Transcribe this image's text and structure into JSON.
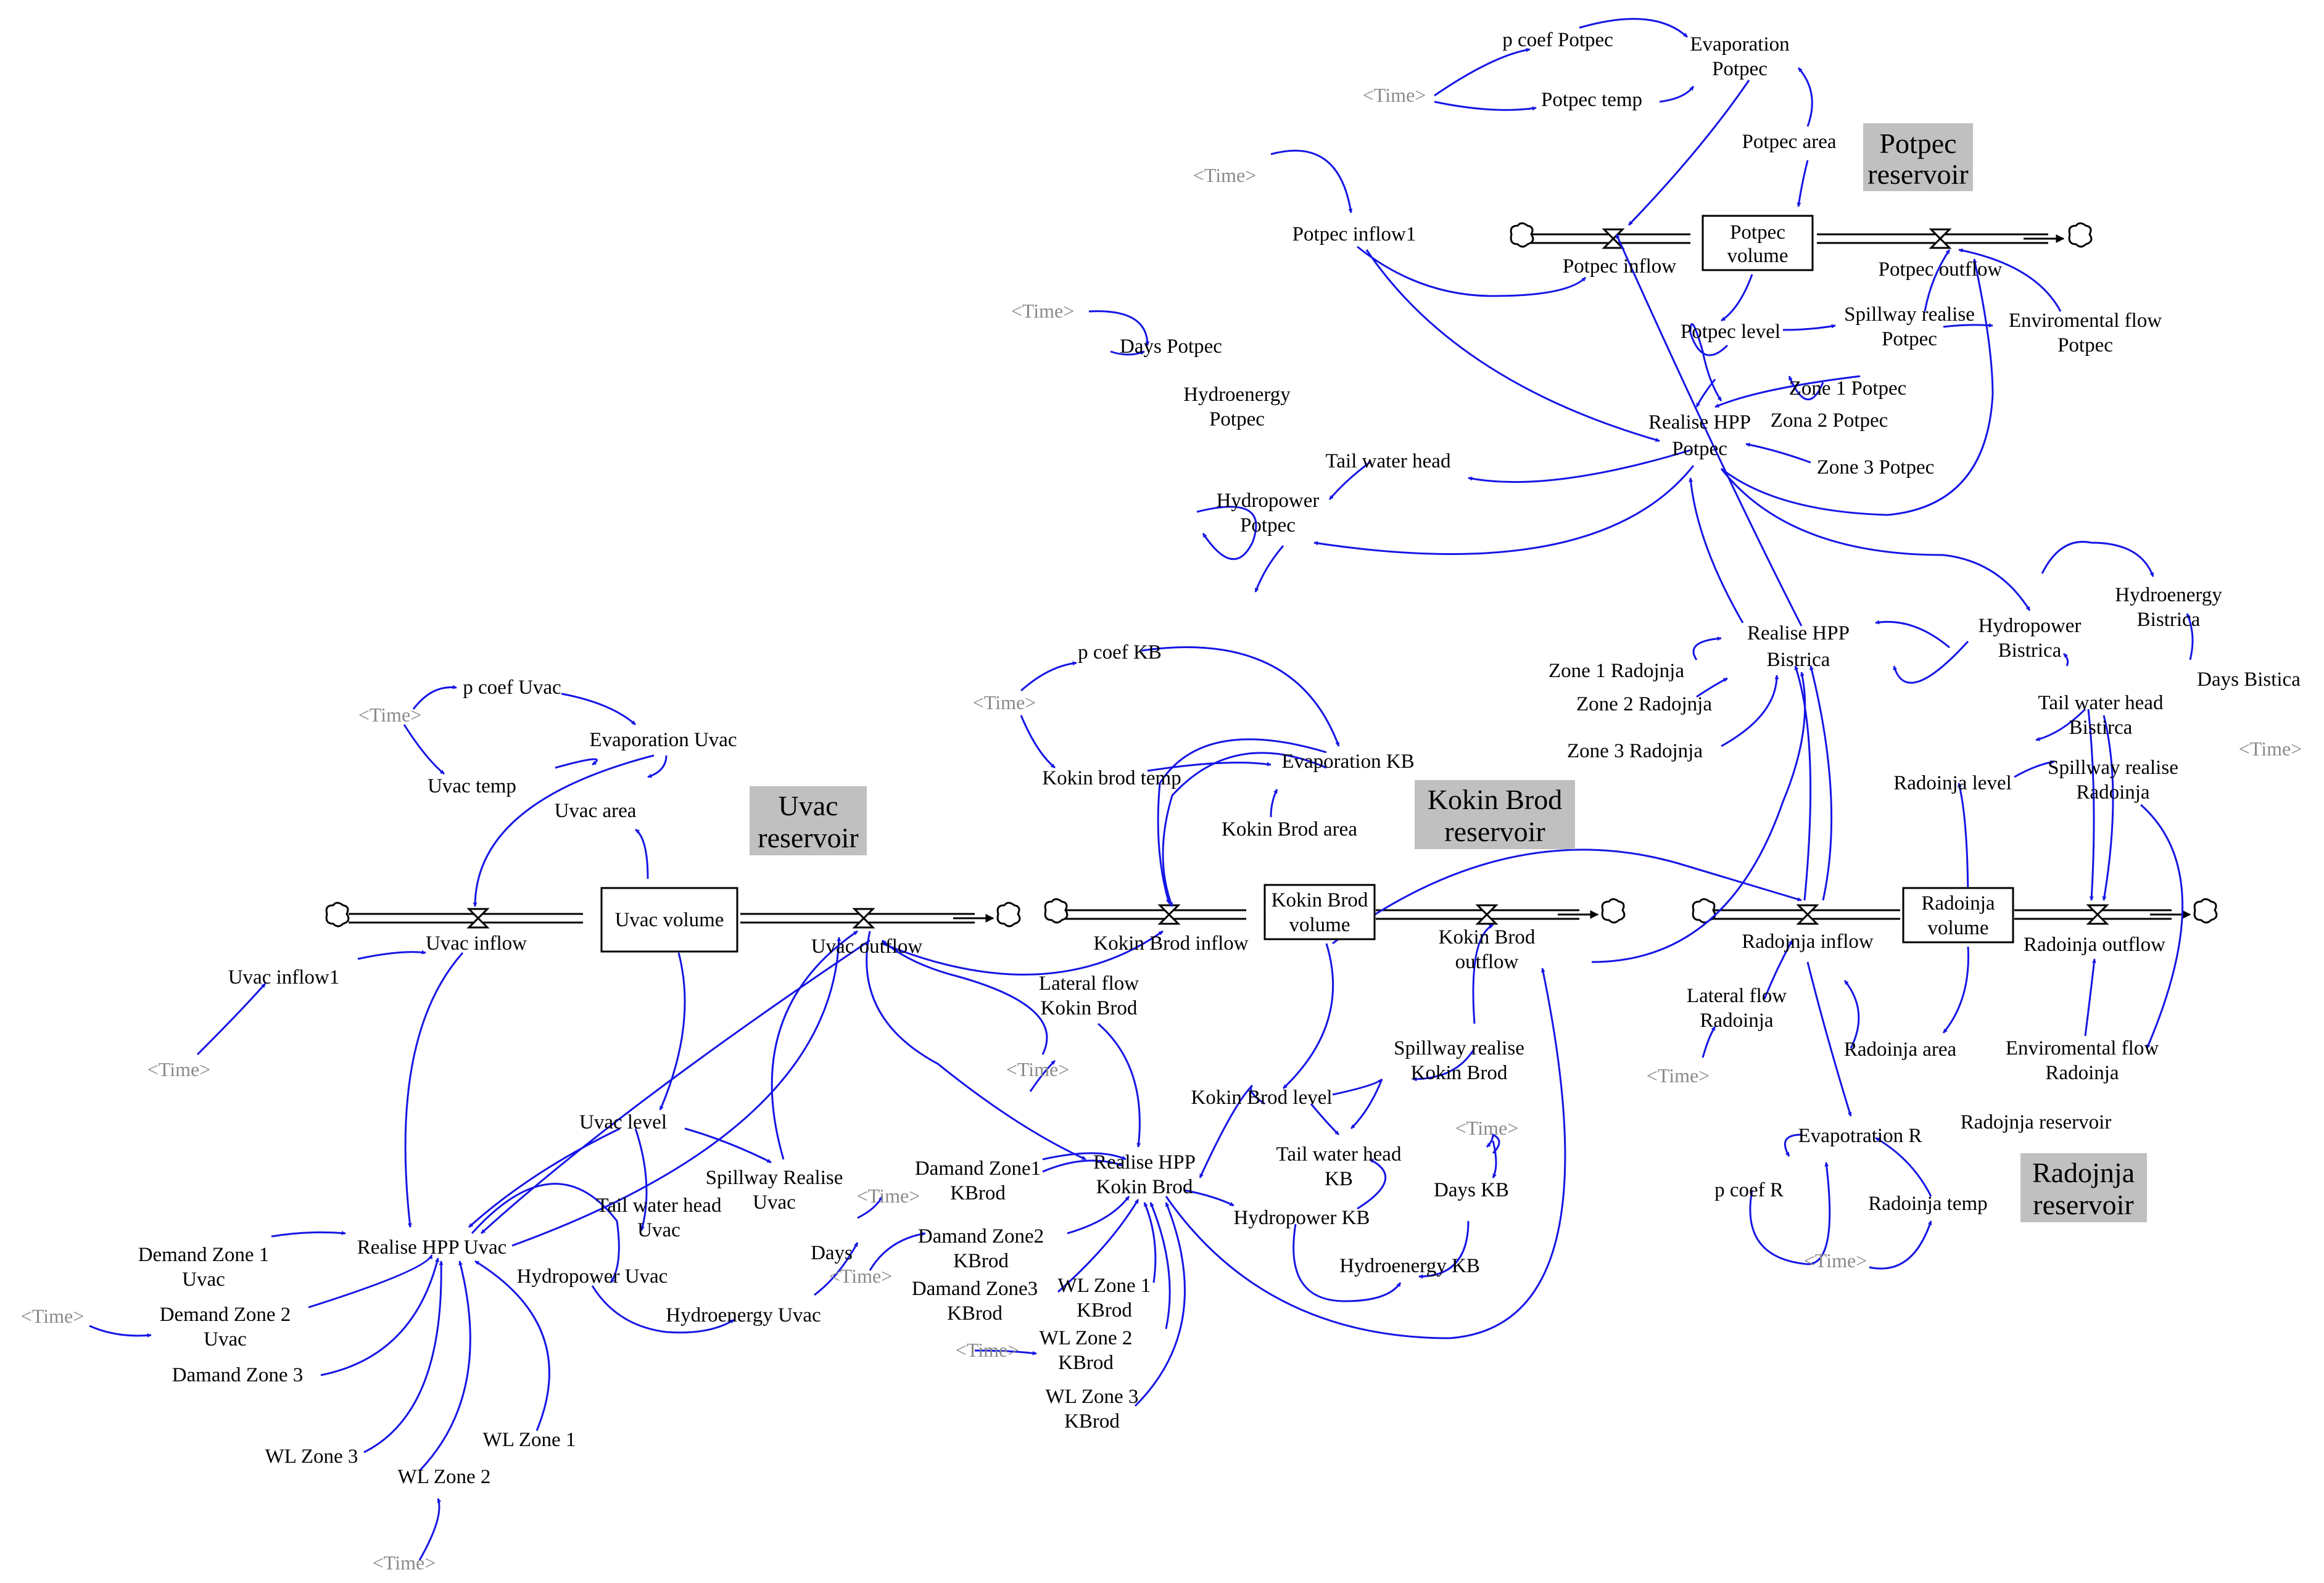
{
  "sections": {
    "potpec": [
      "Potpec",
      "reservoir"
    ],
    "uvac": [
      "Uvac",
      "reservoir"
    ],
    "kokin": [
      "Kokin Brod",
      "reservoir"
    ],
    "radojnja": [
      "Radojnja",
      "reservoir"
    ]
  },
  "stocks": {
    "potpec_volume": [
      "Potpec",
      "volume"
    ],
    "uvac_volume": [
      "Uvac volume"
    ],
    "kokin_volume": [
      "Kokin Brod",
      "volume"
    ],
    "radoinja_volume": [
      "Radoinja",
      "volume"
    ]
  },
  "time_label": "<Time>",
  "variables": {
    "p_coef_potpec": [
      "p coef Potpec"
    ],
    "evaporation_potpec": [
      "Evaporation",
      "Potpec"
    ],
    "potpec_temp": [
      "Potpec temp"
    ],
    "potpec_area": [
      "Potpec area"
    ],
    "potpec_inflow1": [
      "Potpec inflow1"
    ],
    "potpec_inflow": [
      "Potpec inflow"
    ],
    "potpec_outflow": [
      "Potpec outflow"
    ],
    "potpec_level": [
      "Potpec level"
    ],
    "spillway_potpec": [
      "Spillway realise",
      "Potpec"
    ],
    "env_flow_potpec": [
      "Enviromental flow",
      "Potpec"
    ],
    "days_potpec": [
      "Days Potpec"
    ],
    "hydroenergy_potpec": [
      "Hydroenergy",
      "Potpec"
    ],
    "realise_hpp_potpec": [
      "Realise HPP",
      "Potpec"
    ],
    "zone1_potpec": [
      "Zone 1 Potpec"
    ],
    "zona2_potpec": [
      "Zona 2 Potpec"
    ],
    "zone3_potpec": [
      "Zone 3 Potpec"
    ],
    "tail_water_head": [
      "Tail water head"
    ],
    "hydropower_potpec": [
      "Hydropower",
      "Potpec"
    ],
    "realise_hpp_bistrica": [
      "Realise HPP",
      "Bistrica"
    ],
    "hydropower_bistrica": [
      "Hydropower",
      "Bistrica"
    ],
    "hydroenergy_bistrica": [
      "Hydroenergy",
      "Bistrica"
    ],
    "days_bistica": [
      "Days Bistica"
    ],
    "tail_water_bistrica": [
      "Tail water head",
      "Bistirca"
    ],
    "zone1_radojnja": [
      "Zone 1 Radojnja"
    ],
    "zone2_radojnja": [
      "Zone 2 Radojnja"
    ],
    "zone3_radojnja": [
      "Zone 3 Radojnja"
    ],
    "radoinja_level": [
      "Radoinja level"
    ],
    "spillway_radoinja": [
      "Spillway realise",
      "Radoinja"
    ],
    "radojnja_inflow": [
      "Radojnja inflow"
    ],
    "radoinja_outflow": [
      "Radoinja outflow"
    ],
    "lateral_flow_radoinja": [
      "Lateral flow",
      "Radoinja"
    ],
    "radoinja_area": [
      "Radoinja area"
    ],
    "env_flow_radoinja": [
      "Enviromental flow",
      "Radoinja"
    ],
    "evapotration_r": [
      "Evapotration R"
    ],
    "radojnja_reservoir": [
      "Radojnja reservoir"
    ],
    "p_coef_r": [
      "p coef R"
    ],
    "radoinja_temp": [
      "Radoinja temp"
    ],
    "p_coef_uvac": [
      "p coef Uvac"
    ],
    "evaporation_uvac": [
      "Evaporation Uvac"
    ],
    "uvac_temp": [
      "Uvac temp"
    ],
    "uvac_area": [
      "Uvac area"
    ],
    "uvac_inflow": [
      "Uvac inflow"
    ],
    "uvac_outflow": [
      "Uvac outflow"
    ],
    "uvac_inflow1": [
      "Uvac inflow1"
    ],
    "uvac_level": [
      "Uvac level"
    ],
    "spillway_uvac": [
      "Spillway Realise",
      "Uvac"
    ],
    "tail_water_uvac": [
      "Tail water head",
      "Uvac"
    ],
    "realise_hpp_uvac": [
      "Realise HPP Uvac"
    ],
    "hydropower_uvac": [
      "Hydropower Uvac"
    ],
    "hydroenergy_uvac": [
      "Hydroenergy Uvac"
    ],
    "days": [
      "Days"
    ],
    "demand_zone1_uvac": [
      "Demand Zone 1",
      "Uvac"
    ],
    "demand_zone2_uvac": [
      "Demand Zone 2",
      "Uvac"
    ],
    "damand_zone3": [
      "Damand Zone 3"
    ],
    "wl_zone3": [
      "WL Zone 3"
    ],
    "wl_zone2": [
      "WL Zone 2"
    ],
    "wl_zone1": [
      "WL Zone 1"
    ],
    "p_coef_kb": [
      "p coef KB"
    ],
    "kokin_brod_temp": [
      "Kokin brod temp"
    ],
    "evaporation_kb": [
      "Evaporation KB"
    ],
    "kokin_brod_area": [
      "Kokin Brod area"
    ],
    "kokin_brod_inflow": [
      "Kokin Brod inflow"
    ],
    "kokin_brod_outflow": [
      "Kokin Brod",
      "outflow"
    ],
    "lateral_flow_kokin": [
      "Lateral flow",
      "Kokin Brod"
    ],
    "spillway_kokin": [
      "Spillway realise",
      "Kokin Brod"
    ],
    "kokin_brod_level": [
      "Kokin Brod level"
    ],
    "realise_hpp_kokin": [
      "Realise HPP",
      "Kokin Brod"
    ],
    "damand_zone1_kbrod": [
      "Damand Zone1",
      "KBrod"
    ],
    "damand_zone2_kbrod": [
      "Damand Zone2",
      "KBrod"
    ],
    "damand_zone3_kbrod": [
      "Damand Zone3",
      "KBrod"
    ],
    "wl_zone1_kbrod": [
      "WL Zone 1",
      "KBrod"
    ],
    "wl_zone2_kbrod": [
      "WL Zone 2",
      "KBrod"
    ],
    "wl_zone3_kbrod": [
      "WL Zone 3",
      "KBrod"
    ],
    "tail_water_kb": [
      "Tail water head",
      "KB"
    ],
    "days_kb": [
      "Days KB"
    ],
    "hydropower_kb": [
      "Hydropower KB"
    ],
    "hydroenergy_kb": [
      "Hydroenergy KB"
    ]
  }
}
